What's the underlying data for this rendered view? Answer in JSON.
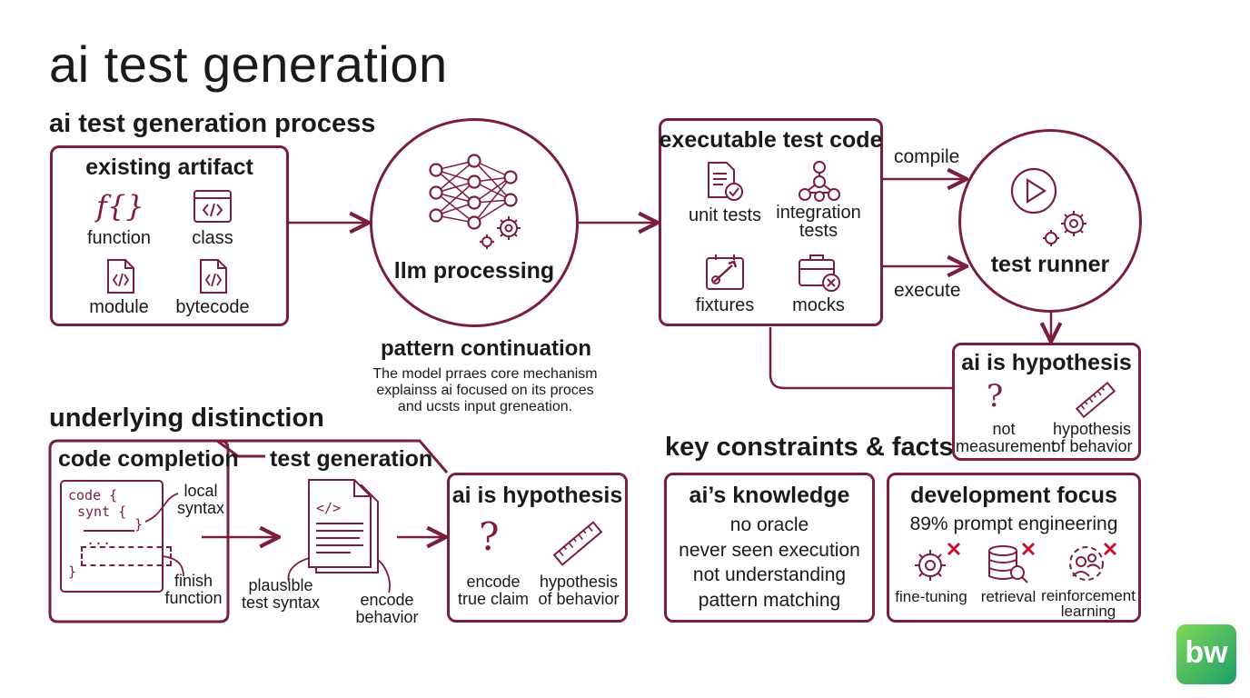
{
  "title": "ai test generation",
  "process": {
    "heading": "ai test generation process",
    "artifact": {
      "title": "existing artifact",
      "items": [
        "function",
        "class",
        "module",
        "bytecode"
      ],
      "fn_glyph": "f{}"
    },
    "llm": {
      "label": "llm processing",
      "caption_title": "pattern continuation",
      "caption_lines": [
        "The model prraes core mechanism",
        "explainss ai focused on its proces",
        "and ucsts input greneation."
      ]
    },
    "exec": {
      "title": "executable test code",
      "items": [
        "unit tests",
        "integration tests",
        "fixtures",
        "mocks"
      ],
      "integration_line1": "integration",
      "integration_line2": "tests"
    },
    "edges": {
      "compile": "compile",
      "execute": "execute"
    },
    "runner": {
      "label": "test runner"
    },
    "hypothesis_top": {
      "title": "ai is hypothesis",
      "left_line1": "not",
      "left_line2": "measurement",
      "right_line1": "hypothesis",
      "right_line2": "of behavior"
    }
  },
  "distinction": {
    "heading": "underlying distinction",
    "code_completion": {
      "title": "code completion",
      "code_lines": [
        "code {",
        "synt {",
        "}",
        "...",
        "}"
      ],
      "local_line1": "local",
      "local_line2": "syntax",
      "finish_line1": "finish",
      "finish_line2": "function"
    },
    "test_generation": {
      "title": "test generation",
      "doc_glyph": "</>",
      "plausible_line1": "plausible",
      "plausible_line2": "test syntax",
      "encode_line1": "encode",
      "encode_line2": "behavior"
    },
    "hypothesis": {
      "title": "ai is hypothesis",
      "left_line1": "encode",
      "left_line2": "true claim",
      "right_line1": "hypothesis",
      "right_line2": "of behavior"
    }
  },
  "constraints": {
    "heading": "key constraints & facts",
    "knowledge": {
      "title": "ai’s knowledge",
      "items": [
        "no oracle",
        "never seen execution",
        "not understanding",
        "pattern matching"
      ]
    },
    "focus": {
      "title": "development focus",
      "stat": "89% prompt engineering",
      "items": [
        "fine-tuning",
        "retrieval"
      ],
      "rl_line1": "reinforcement",
      "rl_line2": "learning"
    }
  },
  "logo": {
    "text": "bw"
  },
  "colors": {
    "accent": "#7a1f3a",
    "logo_green_light": "#7ed957",
    "logo_green_dark": "#1e9e6a"
  }
}
